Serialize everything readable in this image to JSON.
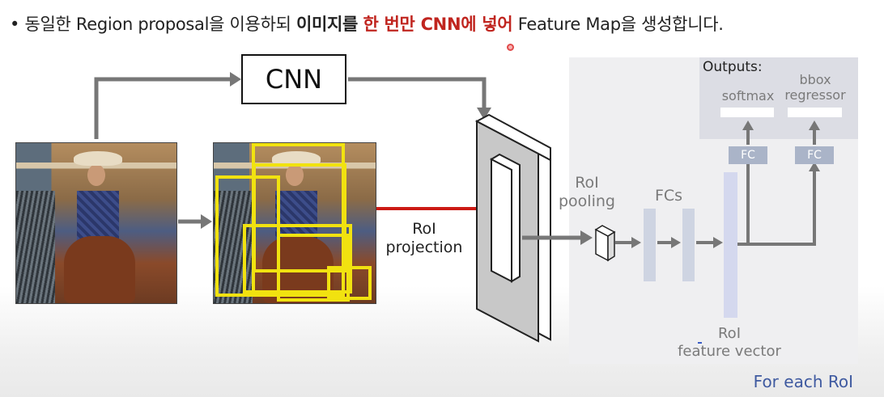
{
  "headline": {
    "bullet": "•",
    "p1": " 동일한 Region proposal을 이용하되 ",
    "p2": "이미지를",
    "p3": " ",
    "p4": "한 번만 CNN에 넣어",
    "p5": " Feature Map을 생성",
    "p6": "합니다."
  },
  "diagram": {
    "cnn_label": "CNN",
    "roi_projection": [
      "RoI",
      "projection"
    ],
    "roi_pooling": [
      "RoI",
      "pooling"
    ],
    "fcs": "FCs",
    "roi_feature_vector": [
      "RoI",
      "feature vector"
    ],
    "outputs_title": "Outputs:",
    "softmax": "softmax",
    "bbox_regressor": [
      "bbox",
      "regressor"
    ],
    "fc_left": "FC",
    "fc_right": "FC",
    "for_each_roi": "For each RoI"
  },
  "colors": {
    "highlight_red": "#c0251f",
    "projection_arrow": "#cc1a14",
    "box_yellow": "#f1e210",
    "panel_gray": "#efeff1",
    "footer_blue": "#3f5aa0"
  }
}
